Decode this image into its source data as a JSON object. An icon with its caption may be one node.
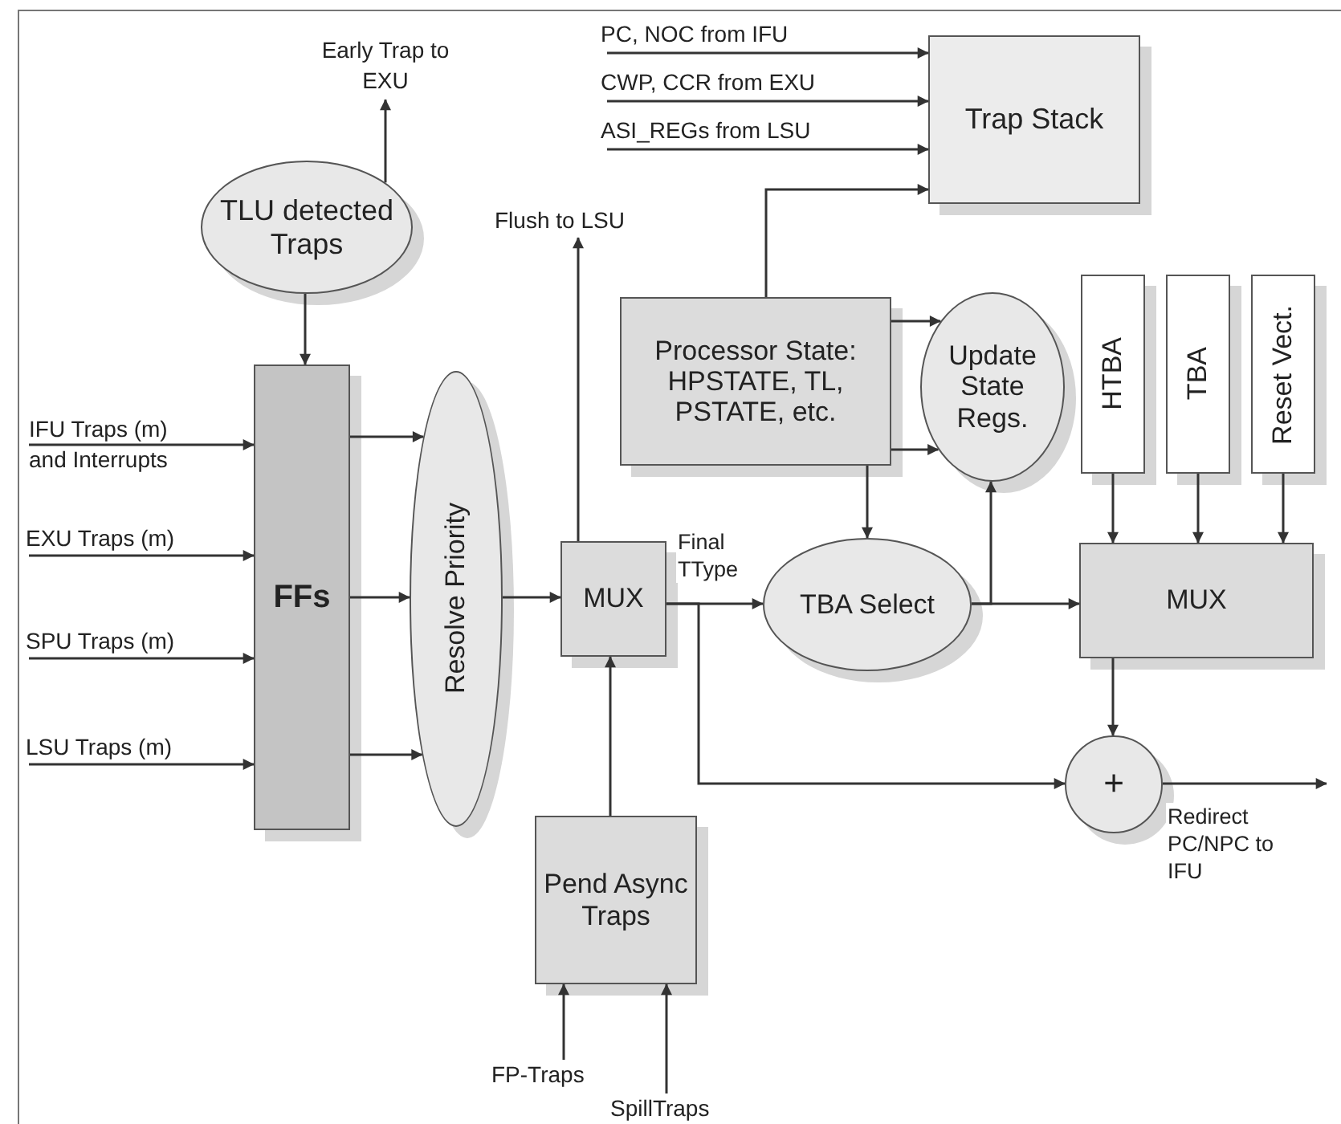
{
  "diagram": {
    "nodes": [
      {
        "text": [
          "Early Trap to EXU"
        ]
      },
      {
        "text": [
          "TLU detected Traps"
        ]
      },
      {
        "text": [
          "PC, NOC from IFU"
        ]
      },
      {
        "text": [
          "CWP, CCR from EXU"
        ]
      },
      {
        "text": [
          "ASI_REGs from LSU"
        ]
      },
      {
        "text": [
          "Trap Stack"
        ]
      },
      {
        "text": [
          "Flush to LSU"
        ]
      },
      {
        "text": [
          "Processor State: HPSTATE, TL, PSTATE, etc."
        ]
      },
      {
        "text": [
          "Update State Regs."
        ]
      },
      {
        "text": [
          "HTBA"
        ]
      },
      {
        "text": [
          "TBA"
        ]
      },
      {
        "text": [
          "Reset Vect."
        ]
      },
      {
        "text": [
          "IFU Traps (m) and Interrupts"
        ]
      },
      {
        "text": [
          "FFs"
        ]
      },
      {
        "text": [
          "Resolve Priority"
        ]
      },
      {
        "text": [
          "EXU Traps (m)"
        ]
      },
      {
        "text": [
          "SPU Traps (m)"
        ]
      },
      {
        "text": [
          "LSU Traps (m)"
        ]
      },
      {
        "text": [
          "MUX"
        ]
      },
      {
        "text": [
          "TBA Select"
        ]
      },
      {
        "text": [
          "MUX"
        ]
      },
      {
        "text": [
          "+"
        ]
      },
      {
        "text": [
          "Pend Async Traps"
        ]
      },
      {
        "text": [
          "FP-Traps"
        ]
      },
      {
        "text": [
          "SpillTraps"
        ]
      }
    ],
    "edges": [
      {
        "from": 1,
        "to": 0,
        "arrow": "to"
      },
      {
        "from": 1,
        "to": 13,
        "arrow": "to"
      },
      {
        "from": 2,
        "to": 5,
        "arrow": "to"
      },
      {
        "from": 3,
        "to": 5,
        "arrow": "to"
      },
      {
        "from": 4,
        "to": 5,
        "arrow": "to"
      },
      {
        "from": 7,
        "to": 5,
        "arrow": "to"
      },
      {
        "from": 18,
        "to": 6,
        "arrow": "to"
      },
      {
        "from": 7,
        "to": 8,
        "arrow": "to"
      },
      {
        "from": 7,
        "to": 8,
        "arrow": "to"
      },
      {
        "from": 7,
        "to": 19,
        "arrow": "to"
      },
      {
        "from": 19,
        "to": 20,
        "arrow": "to"
      },
      {
        "from": 19,
        "to": 8,
        "arrow": "to"
      },
      {
        "from": 9,
        "to": 20,
        "arrow": "to"
      },
      {
        "from": 10,
        "to": 20,
        "arrow": "to"
      },
      {
        "from": 11,
        "to": 20,
        "arrow": "to"
      },
      {
        "from": 12,
        "to": 13,
        "arrow": "to"
      },
      {
        "from": 15,
        "to": 13,
        "arrow": "to"
      },
      {
        "from": 16,
        "to": 13,
        "arrow": "to"
      },
      {
        "from": 17,
        "to": 13,
        "arrow": "to"
      },
      {
        "from": 13,
        "to": 14,
        "arrow": "to"
      },
      {
        "from": 13,
        "to": 14,
        "arrow": "to"
      },
      {
        "from": 13,
        "to": 14,
        "arrow": "to"
      },
      {
        "from": 14,
        "to": 18,
        "arrow": "to"
      },
      {
        "from": 18,
        "to": 19,
        "arrow": "to",
        "label": "Final TType"
      },
      {
        "from": 18,
        "to": 21,
        "arrow": "to"
      },
      {
        "from": 20,
        "to": 21,
        "arrow": "to"
      },
      {
        "from": 21,
        "to": null,
        "arrow": "to",
        "label": "Redirect PC/NPC to IFU"
      },
      {
        "from": 22,
        "to": 18,
        "arrow": "to"
      },
      {
        "from": 23,
        "to": 22,
        "arrow": "to"
      },
      {
        "from": 24,
        "to": 22,
        "arrow": "to"
      }
    ]
  }
}
